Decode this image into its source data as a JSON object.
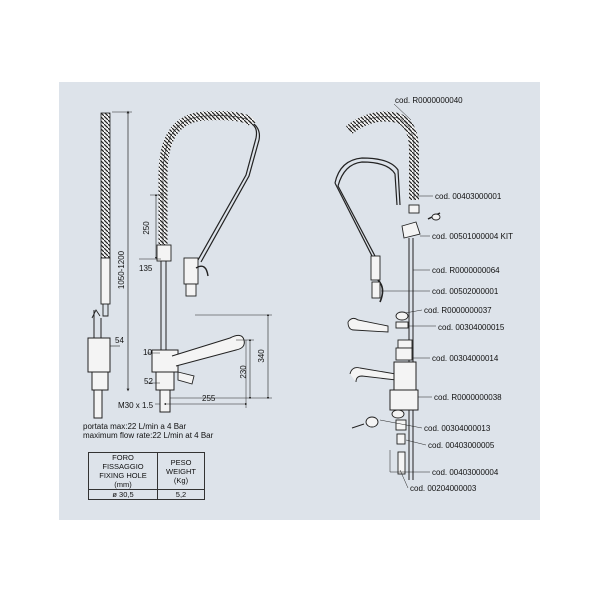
{
  "dimensions": {
    "total_height": "1050-1200",
    "hose_span": "250",
    "arm_offset": "135",
    "side_width": "54",
    "base_height": "10",
    "base_offset": "52",
    "spout_height": "230",
    "overall_height": "340",
    "spout_reach": "255",
    "thread": "M30 x 1.5"
  },
  "flow_notes": {
    "line_it": "portata max:22 L/min a 4 Bar",
    "line_en": "maximum flow rate:22 L/min at 4 Bar"
  },
  "spec_table": {
    "col1_header": [
      "FORO FISSAGGIO",
      "FIXING HOLE",
      "(mm)"
    ],
    "col2_header": [
      "PESO",
      "WEIGHT",
      "(Kg)"
    ],
    "col1_value": "ø 30,5",
    "col2_value": "5,2"
  },
  "part_codes": [
    "cod. R0000000040",
    "cod. 00403000001",
    "cod. 00501000004 KIT",
    "cod. R0000000064",
    "cod. 00502000001",
    "cod. R0000000037",
    "cod. 00304000015",
    "cod. 00304000014",
    "cod. R0000000038",
    "cod. 00304000013",
    "cod. 00403000005",
    "cod. 00403000004",
    "cod. 00204000003"
  ],
  "colors": {
    "background": "#ffffff",
    "sheet": "#dde3ea",
    "line": "#222222"
  }
}
